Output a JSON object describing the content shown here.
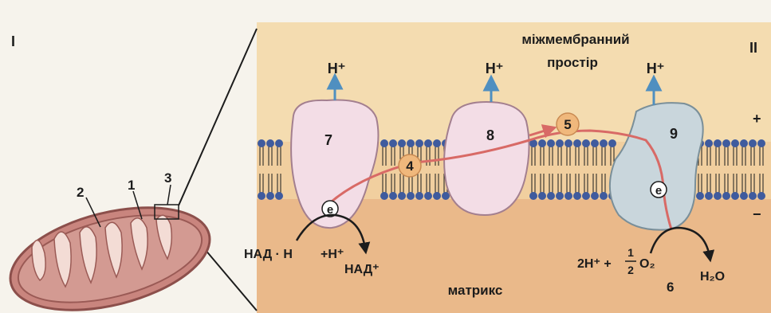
{
  "panels": {
    "left_numeral": "I",
    "right_numeral": "II"
  },
  "mitochondrion_labels": [
    "1",
    "2",
    "3"
  ],
  "complexes": [
    "7",
    "8",
    "9"
  ],
  "carriers": [
    "4",
    "5"
  ],
  "electron_symbol": "e",
  "proton": "H⁺",
  "intermembrane_space": [
    "міжмембранний",
    "простір"
  ],
  "matrix": "матрикс",
  "charge": {
    "plus": "+",
    "minus": "−"
  },
  "reactions": {
    "nadh": "НАД · Н",
    "nadh_h": "+Н⁺",
    "nad_plus": "НАД⁺",
    "oxygen_left": "2Н⁺ +",
    "half_num": "1",
    "half_den": "2",
    "o2": "О₂",
    "water": "Н₂О",
    "step_label": "6"
  },
  "colors": {
    "intermembrane": "#f4dcb0",
    "matrix": "#eab98a",
    "mito_fill": "#c9857e",
    "lipid_head": "#3f5b9e",
    "complex_pink": "#f3dde6",
    "complex_blue": "#c9d6dc",
    "electron_path": "#d86a66",
    "carrier": "#f0b87c",
    "arrow_blue": "#4f8fc0"
  }
}
